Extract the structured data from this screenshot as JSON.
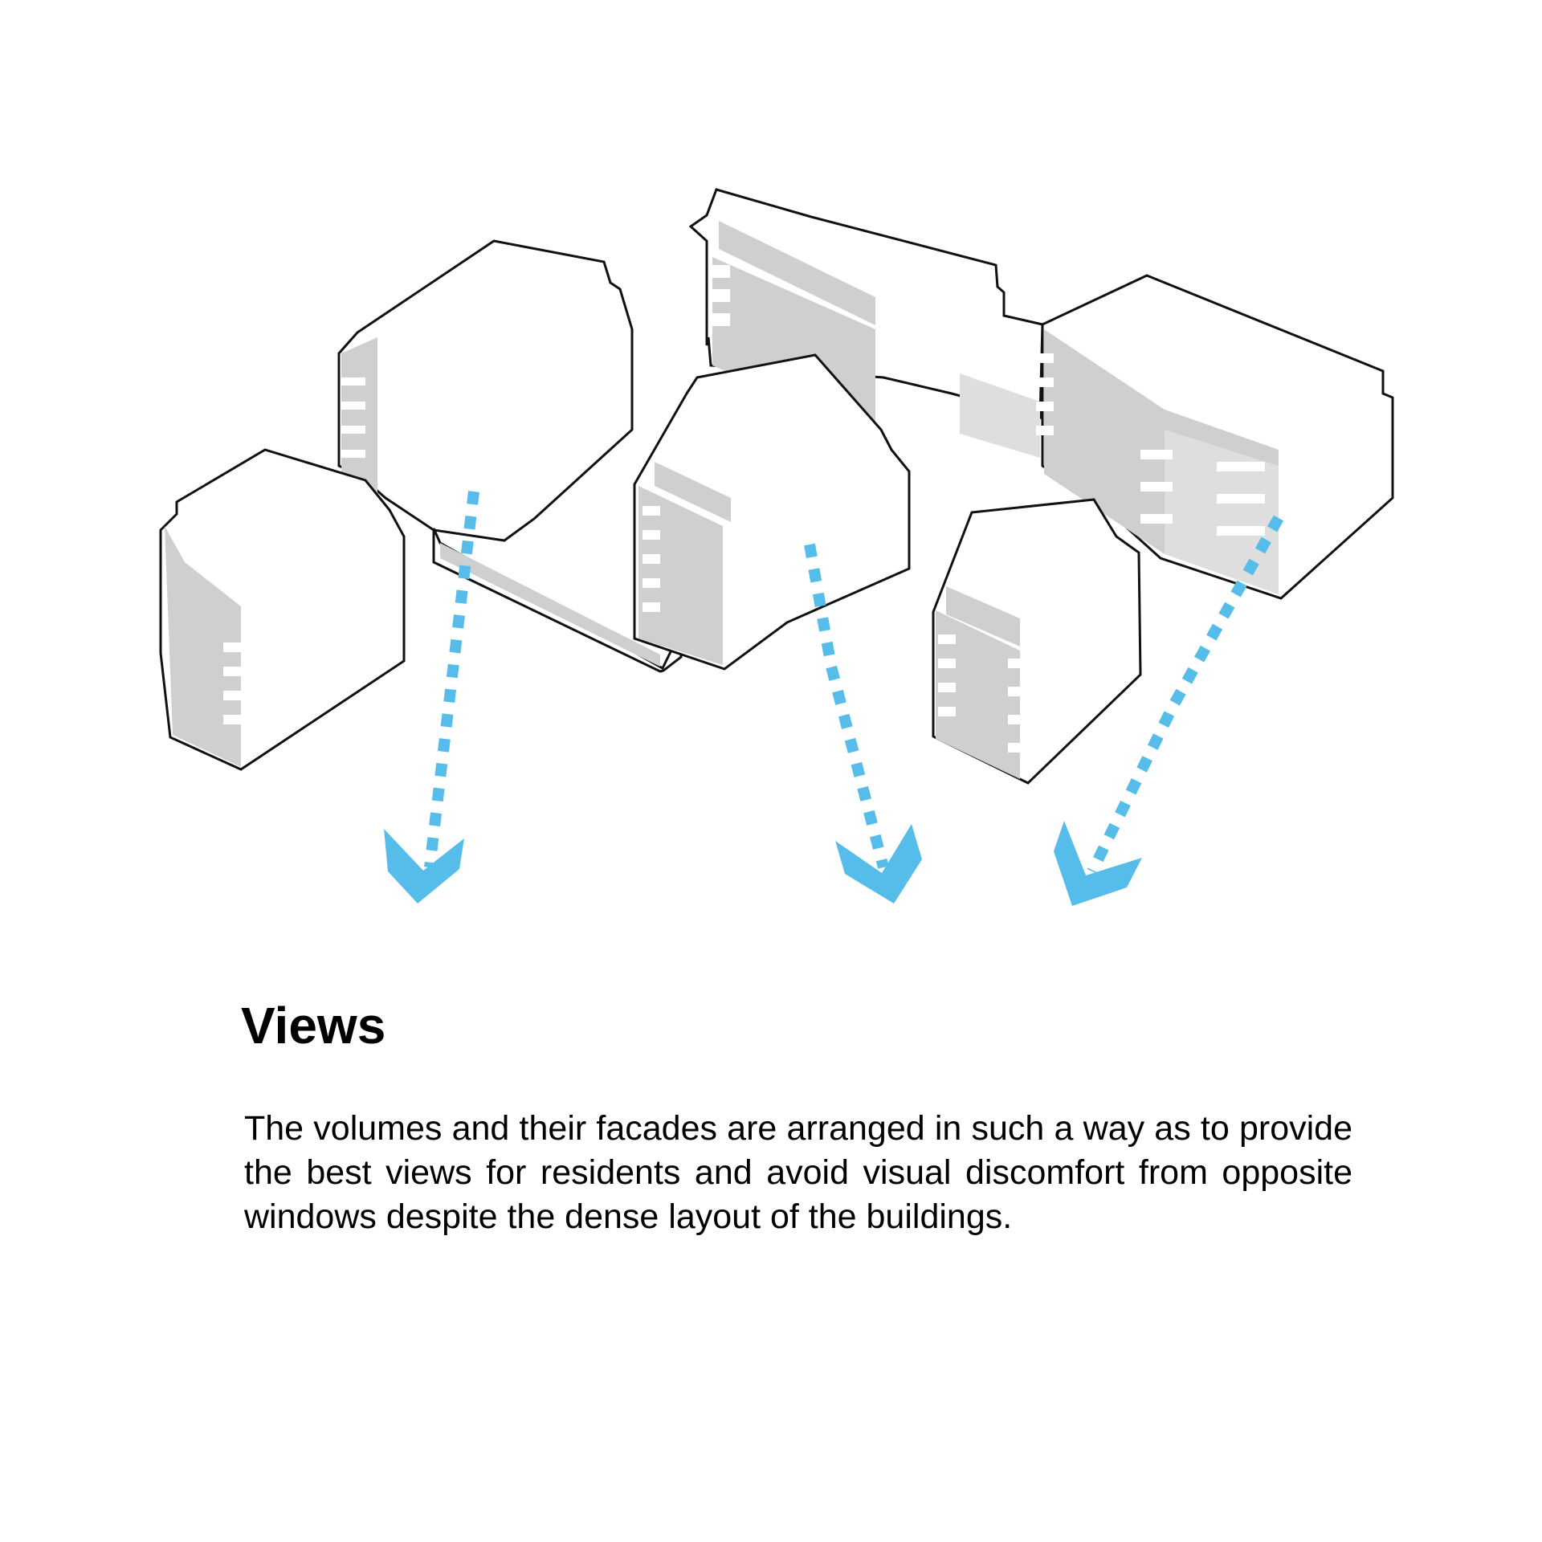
{
  "title": "Views",
  "description": "The volumes and their facades are arranged in such a way as to provide the best views for residents and avoid visual discomfort from opposite windows despite the dense layout of the buildings.",
  "colors": {
    "arrow": "#56bdea",
    "facade_shade": "#cfcfcf",
    "outline": "#111111"
  },
  "diagram": {
    "buildings": 6,
    "view_arrows": 3
  }
}
